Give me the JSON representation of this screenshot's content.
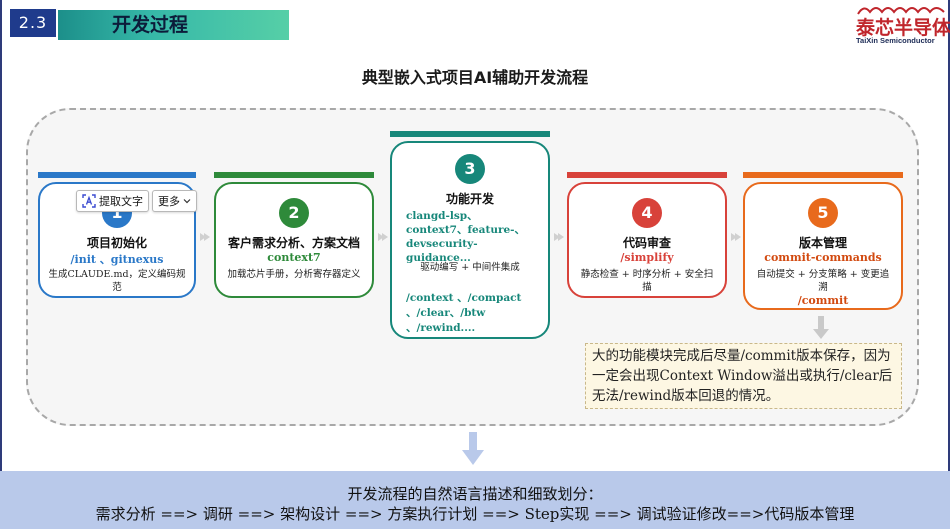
{
  "header": {
    "section_number": "2.3",
    "section_title": "开发过程",
    "logo_text": "泰芯半导体",
    "logo_sub": "TaiXin Semiconductor"
  },
  "main_title": "典型嵌入式项目AI辅助开发流程",
  "colors": {
    "step1": "#2a78c8",
    "step2": "#2e8a3a",
    "step3": "#17877a",
    "step4": "#d8423a",
    "step5": "#e86a1c"
  },
  "steps": [
    {
      "num": "1",
      "title": "项目初始化",
      "cmd": "/init 、gitnexus",
      "desc": "生成CLAUDE.md，定义编码规范"
    },
    {
      "num": "2",
      "title": "客户需求分析、方案文档",
      "cmd": "context7",
      "desc": "加载芯片手册，分析寄存器定义"
    },
    {
      "num": "3",
      "title": "功能开发",
      "cmd": "clangd-lsp、context7、feature-、devsecurity-guidance...",
      "desc": "驱动编写 + 中间件集成",
      "cmd2": "/context 、/compact 、/clear、/btw 、/rewind...."
    },
    {
      "num": "4",
      "title": "代码审查",
      "cmd": "/simplify",
      "desc": "静态检查 + 时序分析 + 安全扫描"
    },
    {
      "num": "5",
      "title": "版本管理",
      "cmd": "commit-commands",
      "desc": "自动提交 + 分支策略 + 变更追溯",
      "cmd2": "/commit"
    }
  ],
  "toolbar": {
    "ocr_label": "提取文字",
    "more_label": "更多"
  },
  "note": "大的功能模块完成后尽量/commit版本保存，因为一定会出现Context Window溢出或执行/clear后无法/rewind版本回退的情况。",
  "bottom": {
    "line1": "开发流程的自然语言描述和细致划分：",
    "line2": "需求分析 ==> 调研 ==> 架构设计 ==> 方案执行计划 ==> Step实现 ==> 调试验证修改==>代码版本管理"
  }
}
